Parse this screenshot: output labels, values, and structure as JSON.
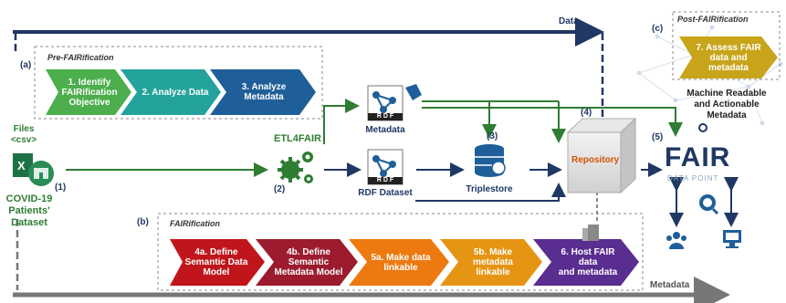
{
  "flow": {
    "data_label": "Data",
    "metadata_label": "Metadata"
  },
  "sections": {
    "a": {
      "tag": "(a)",
      "title": "Pre-FAIRification"
    },
    "b": {
      "tag": "(b)",
      "title": "FAIRification"
    },
    "c": {
      "tag": "(c)",
      "title": "Post-FAIRification"
    }
  },
  "pre_steps": [
    "1. Identify\nFAIRification\nObjective",
    "2. Analyze Data",
    "3. Analyze\nMetadata"
  ],
  "fair_steps": [
    "4a. Define\nSemantic Data\nModel",
    "4b. Define\nSemantic\nMetadata Model",
    "5a. Make data\nlinkable",
    "5b. Make\nmetadata\nlinkable",
    "6. Host FAIR\ndata\nand metadata"
  ],
  "post_step": "7. Assess FAIR\ndata and\nmetadata",
  "source": {
    "files": "Files\n<csv>",
    "num": "(1)",
    "dataset": "COVID-19\nPatients'\nDataset"
  },
  "etl": {
    "label": "ETL4FAIR",
    "num": "(2)"
  },
  "rdf": {
    "badge": "R D F",
    "metadata": "Metadata",
    "dataset": "RDF Dataset"
  },
  "triplestore": {
    "num": "(3)",
    "label": "Triplestore"
  },
  "repository": {
    "num": "(4)",
    "label": "Repository"
  },
  "fdp": {
    "num": "(5)",
    "title": "FAIR",
    "subtitle": "DATA POINT",
    "machine": "Machine Readable\nand Actionable\nMetadata"
  },
  "colors": {
    "navy": "#1f3864",
    "green": "#2e7d32",
    "grey": "#777777"
  }
}
